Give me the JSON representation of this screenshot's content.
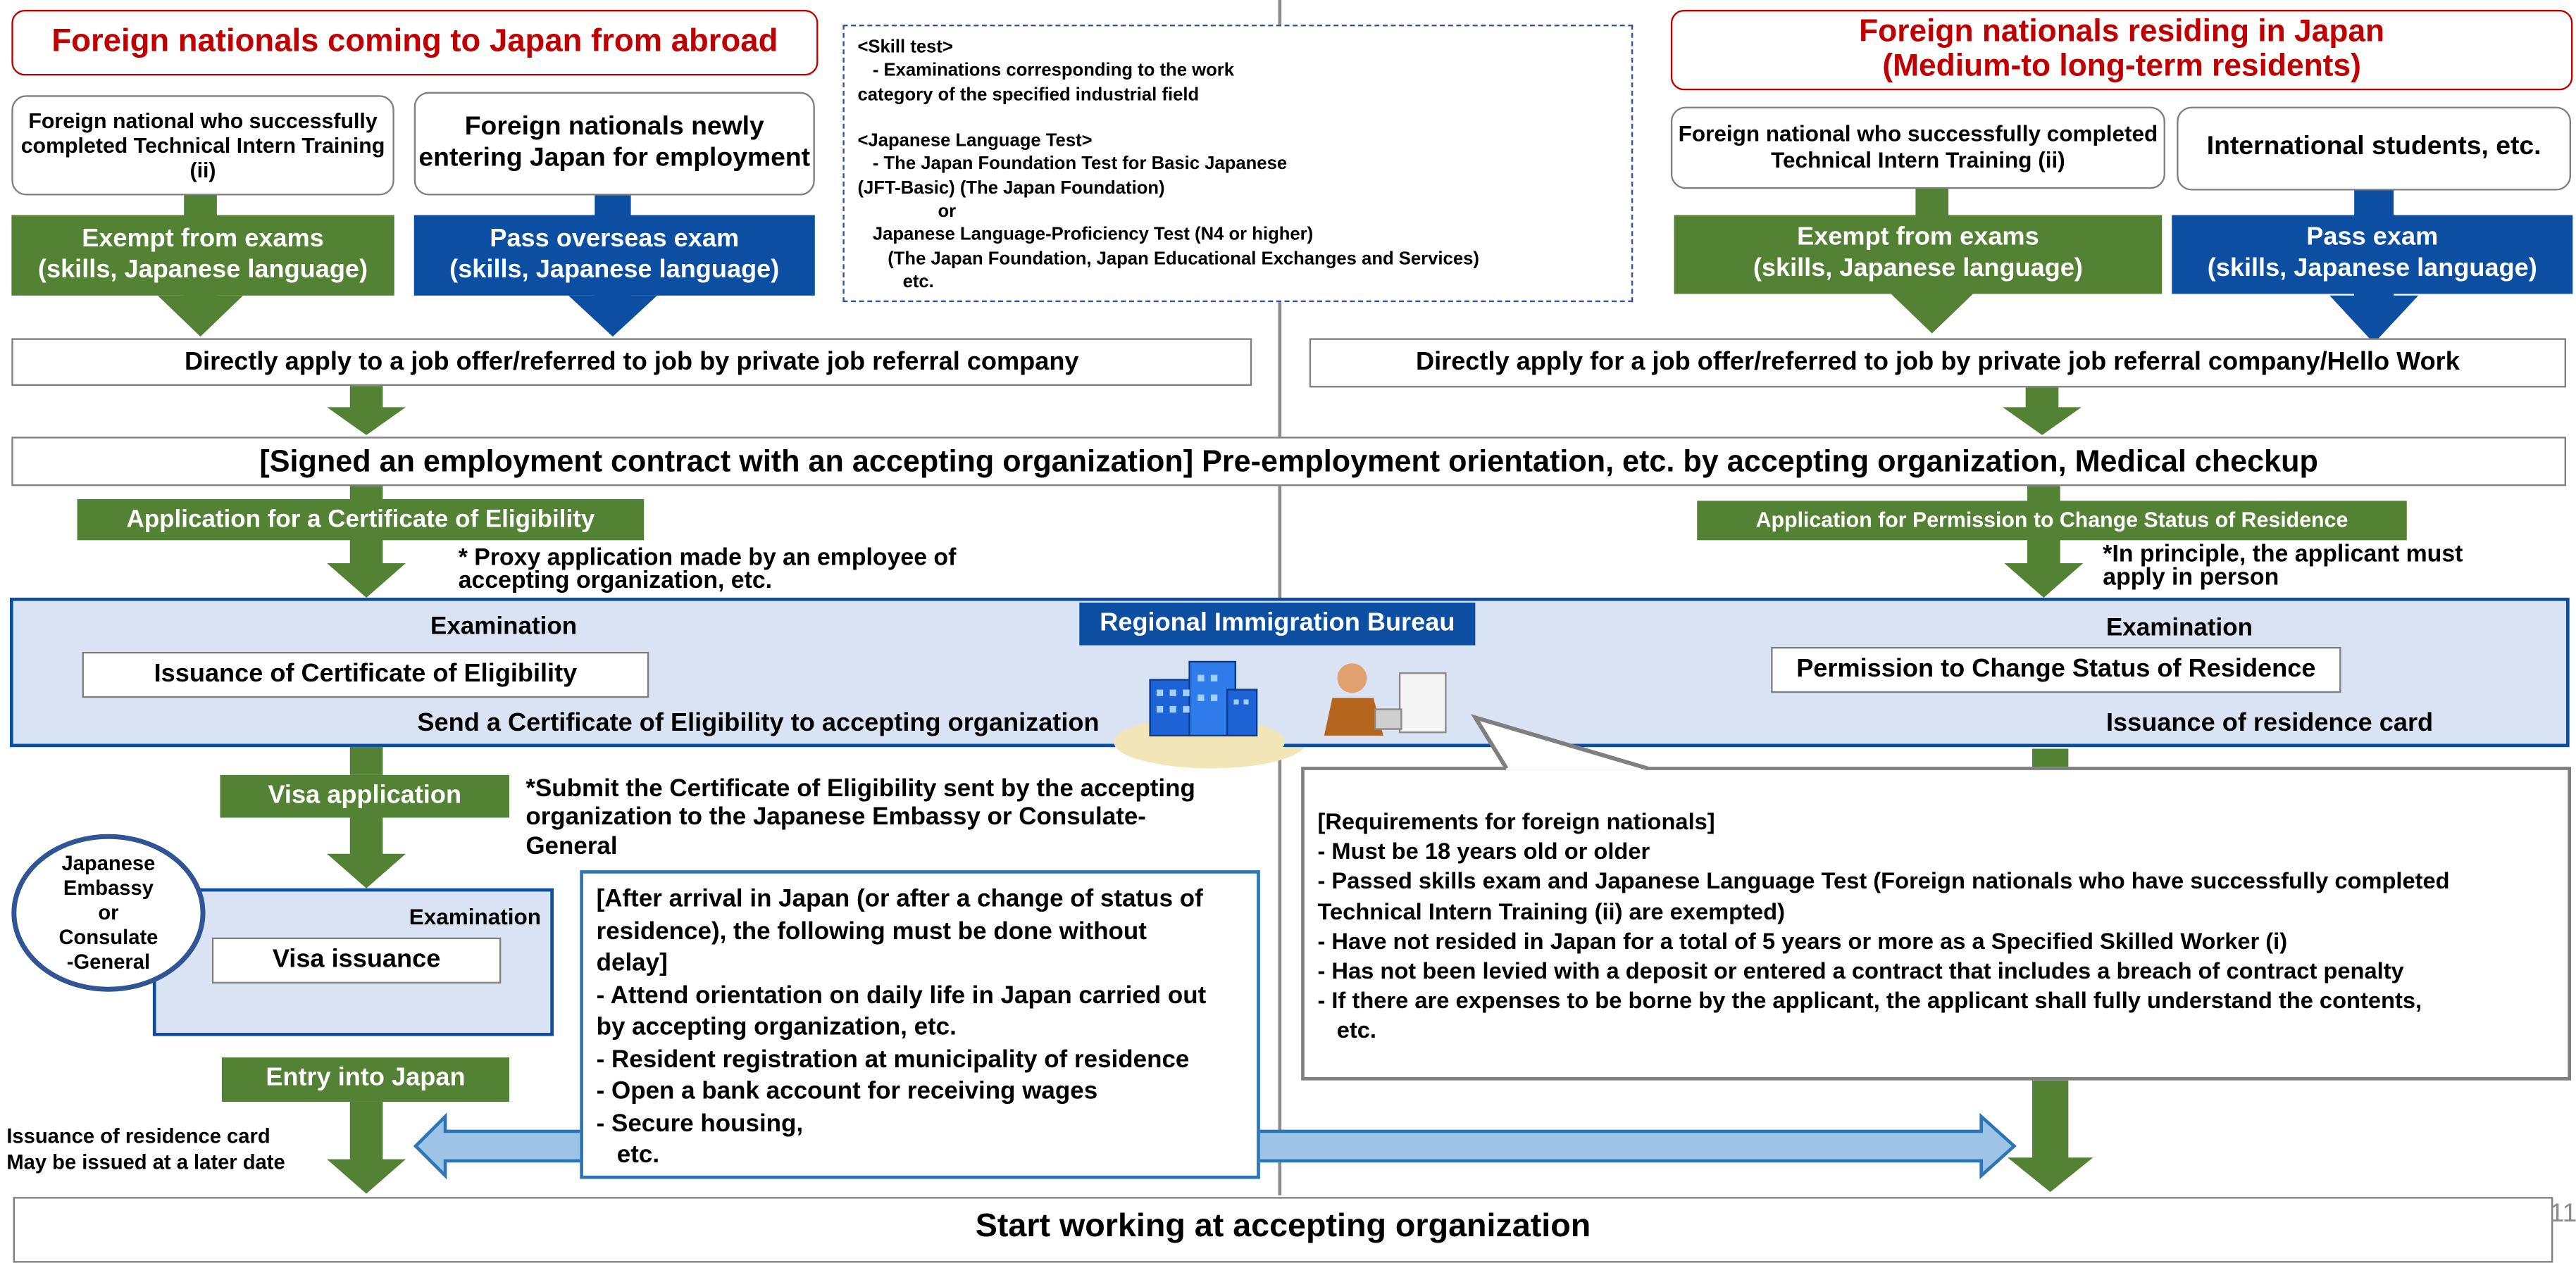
{
  "left_title": "Foreign nationals coming to Japan from abroad",
  "right_title": "Foreign nationals residing in Japan\n(Medium-to long-term residents)",
  "left_box_a": "Foreign national who successfully completed Technical Intern Training (ii)",
  "left_box_b": "Foreign nationals newly entering Japan for employment",
  "right_box_a": "Foreign national who successfully completed Technical Intern Training (ii)",
  "right_box_b": "International students, etc.",
  "exempt_left": "Exempt from exams\n(skills, Japanese language)",
  "pass_overseas": "Pass overseas exam\n(skills, Japanese language)",
  "exempt_right": "Exempt from exams\n(skills, Japanese language)",
  "pass_exam": "Pass exam\n(skills, Japanese language)",
  "exam_info": "<Skill test>\n   - Examinations corresponding to the work\ncategory of the specified industrial field\n\n<Japanese Language Test>\n   - The Japan Foundation Test for Basic Japanese\n(JFT-Basic) (The Japan Foundation)\n                or\n   Japanese Language-Proficiency Test (N4 or higher)\n      (The Japan Foundation, Japan Educational Exchanges and Services)\n         etc.",
  "apply_left": "Directly apply to a job offer/referred to job by private job referral company",
  "apply_right": "Directly apply for a job offer/referred to job by private job referral company/Hello Work",
  "contract": "[Signed an employment contract with an accepting organization] Pre-employment orientation, etc. by accepting organization, Medical checkup",
  "coe_application": "Application for a Certificate of Eligibility",
  "proxy_note": "* Proxy application made by an employee of\naccepting organization, etc.",
  "change_application": "Application for Permission to Change Status of Residence",
  "person_note": "*In principle, the applicant must\napply in person",
  "bureau": "Regional Immigration Bureau",
  "exam_label_left": "Examination",
  "exam_label_right": "Examination",
  "coe_issuance": "Issuance of Certificate of Eligibility",
  "send_coe": "Send a Certificate of Eligibility to accepting organization",
  "permission_change": "Permission to Change Status of Residence",
  "residence_card_right": "Issuance of residence card",
  "visa_application": "Visa application",
  "submit_note": "*Submit the Certificate of Eligibility sent by the accepting\norganization to the Japanese Embassy or Consulate-\nGeneral",
  "embassy": "Japanese\nEmbassy\nor\nConsulate\n-General",
  "exam_label_embassy": "Examination",
  "visa_issuance": "Visa issuance",
  "entry": "Entry into Japan",
  "residence_card_left": "Issuance of residence card\nMay be issued at a later date",
  "after_arrival": "[After arrival in Japan (or after a change of status of\nresidence), the following must be done without\ndelay]\n- Attend orientation on daily life in Japan carried out\nby accepting organization, etc.\n- Resident registration at municipality of residence\n- Open a bank account for receiving wages\n- Secure housing,\n   etc.",
  "requirements": "[Requirements for foreign nationals]\n- Must be 18 years old or older\n- Passed skills exam and Japanese Language Test (Foreign nationals who have successfully completed\nTechnical Intern Training (ii) are exempted)\n- Have not resided in Japan for a total of 5 years or more as a Specified Skilled Worker (i)\n- Has not been levied with a deposit or entered a contract that includes a breach of contract penalty\n- If there are expenses to be borne by the applicant, the applicant shall fully understand the contents,\n   etc.",
  "start_working": "Start working at accepting organization",
  "page_number": "11",
  "colors": {
    "green": "#548235",
    "blue": "#0b4ea2",
    "red": "#c00000",
    "panel": "#dae3f3"
  }
}
